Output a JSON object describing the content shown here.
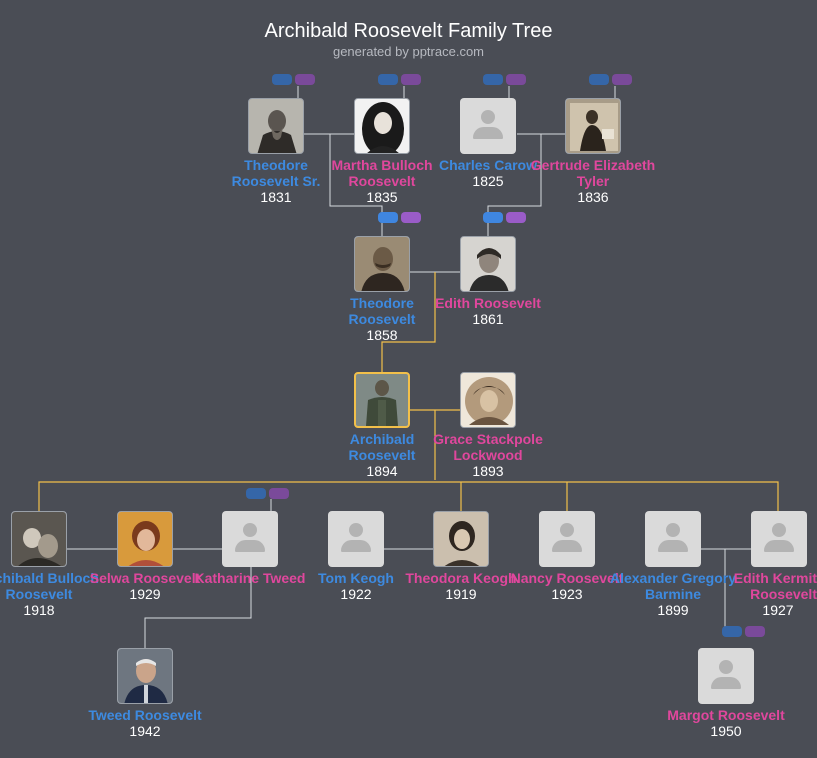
{
  "header": {
    "title": "Archibald Roosevelt Family Tree",
    "subtitle": "generated by pptrace.com"
  },
  "colors": {
    "male": "#3d8ae0",
    "female": "#e0479d",
    "line": "#d7dadf",
    "highlight_line": "#f2c04a",
    "background": "#4a4d55"
  },
  "icons": {
    "placeholder": "person-silhouette-icon",
    "expand": "expand-toggle-icon"
  },
  "people": {
    "ted_sr": {
      "name": "Theodore Roosevelt Sr.",
      "year": "1831",
      "photo": "portrait-photo"
    },
    "martha": {
      "name": "Martha Bulloch Roosevelt",
      "year": "1835",
      "photo": "portrait-photo"
    },
    "charles": {
      "name": "Charles Carow",
      "year": "1825",
      "photo": "placeholder"
    },
    "gertrude": {
      "name": "Gertrude Elizabeth Tyler",
      "year": "1836",
      "photo": "portrait-photo"
    },
    "theodore": {
      "name": "Theodore Roosevelt",
      "year": "1858",
      "photo": "portrait-photo"
    },
    "edith": {
      "name": "Edith Roosevelt",
      "year": "1861",
      "photo": "portrait-photo"
    },
    "archibald": {
      "name": "Archibald Roosevelt",
      "year": "1894",
      "photo": "portrait-photo"
    },
    "grace": {
      "name": "Grace Stackpole Lockwood",
      "year": "1893",
      "photo": "portrait-photo"
    },
    "arch_jr": {
      "name": "Archibald Bulloch Roosevelt",
      "year": "1918",
      "photo": "portrait-photo"
    },
    "selwa": {
      "name": "Selwa Roosevelt",
      "year": "1929",
      "photo": "portrait-photo"
    },
    "katharine": {
      "name": "Katharine Tweed",
      "year": "",
      "photo": "placeholder"
    },
    "tom": {
      "name": "Tom Keogh",
      "year": "1922",
      "photo": "placeholder"
    },
    "theodora": {
      "name": "Theodora Keogh",
      "year": "1919",
      "photo": "portrait-photo"
    },
    "nancy": {
      "name": "Nancy Roosevelt",
      "year": "1923",
      "photo": "placeholder"
    },
    "alexander": {
      "name": "Alexander Gregory Barmine",
      "year": "1899",
      "photo": "placeholder"
    },
    "edith_k": {
      "name": "Edith Kermit Roosevelt",
      "year": "1927",
      "photo": "placeholder"
    },
    "tweed": {
      "name": "Tweed Roosevelt",
      "year": "1942",
      "photo": "portrait-photo"
    },
    "margot": {
      "name": "Margot Roosevelt",
      "year": "1950",
      "photo": "placeholder"
    }
  }
}
